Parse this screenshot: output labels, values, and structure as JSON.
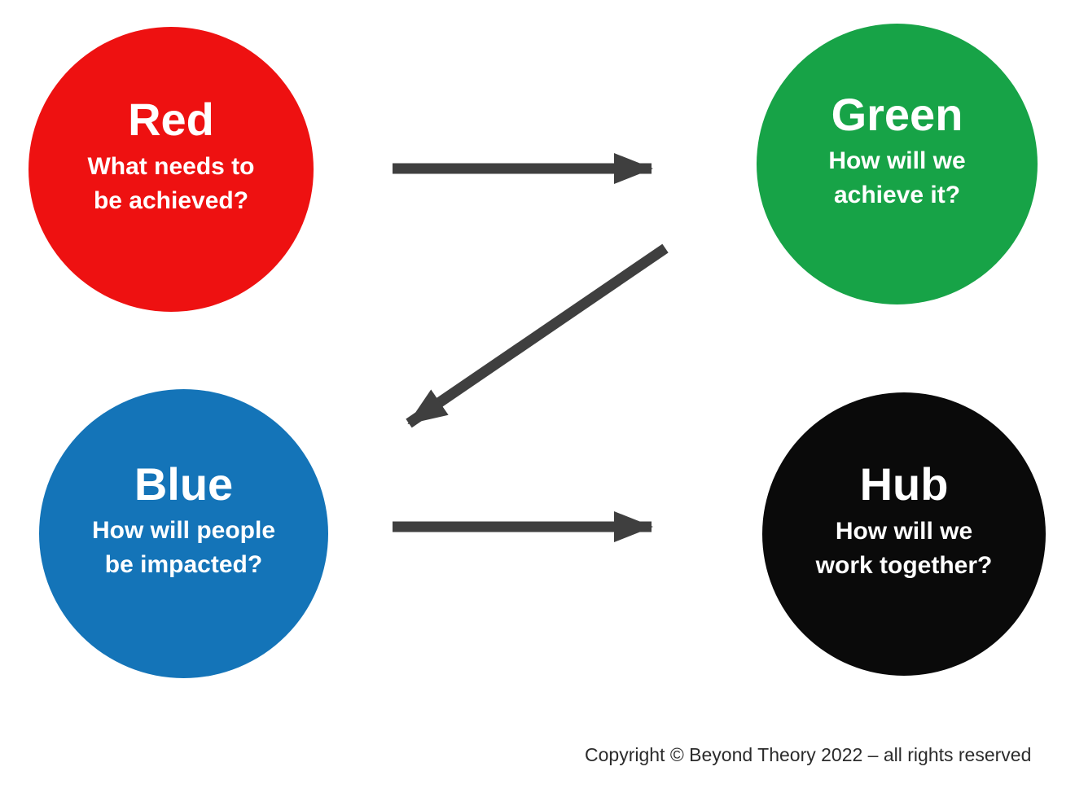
{
  "page": {
    "background": "#ffffff",
    "text_color": "#ffffff"
  },
  "nodes": [
    {
      "id": "red",
      "title": "Red",
      "subtitle": "What needs to\nbe achieved?",
      "color": "#ee1111"
    },
    {
      "id": "green",
      "title": "Green",
      "subtitle": "How will we\nachieve it?",
      "color": "#17a347"
    },
    {
      "id": "blue",
      "title": "Blue",
      "subtitle": "How will people\nbe impacted?",
      "color": "#1474b8"
    },
    {
      "id": "hub",
      "title": "Hub",
      "subtitle": "How will we\nwork together?",
      "color": "#0a0a0a"
    }
  ],
  "arrows": {
    "color": "#3f3f3f",
    "items": [
      {
        "name": "red-to-green",
        "from": "red",
        "to": "green"
      },
      {
        "name": "green-to-blue",
        "from": "green",
        "to": "blue"
      },
      {
        "name": "blue-to-hub",
        "from": "blue",
        "to": "hub"
      }
    ]
  },
  "footer": {
    "copyright": "Copyright © Beyond Theory 2022 – all rights reserved"
  }
}
